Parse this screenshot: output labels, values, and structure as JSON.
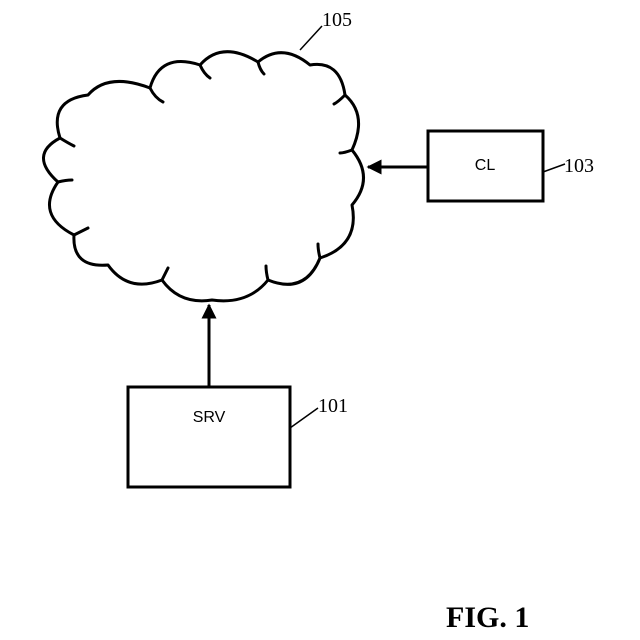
{
  "diagram": {
    "nodes": {
      "network": {
        "ref": "105"
      },
      "client": {
        "label": "CL",
        "ref": "103"
      },
      "server": {
        "label": "SRV",
        "ref": "101"
      }
    },
    "edges": [
      {
        "from": "client",
        "to": "network"
      },
      {
        "from": "server",
        "to": "network"
      }
    ],
    "figure_label": "FIG. 1"
  }
}
